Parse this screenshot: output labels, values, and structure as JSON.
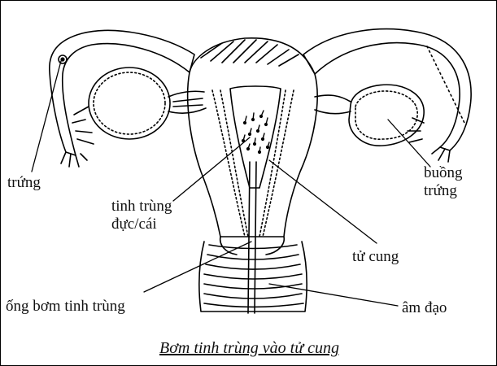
{
  "labels": {
    "egg": "trứng",
    "sperm_line1": "tinh trùng",
    "sperm_line2": "đực/cái",
    "ovary_line1": "buồng",
    "ovary_line2": "trứng",
    "uterus": "tử cung",
    "tube": "ống bơm tinh trùng",
    "vagina": "âm đạo"
  },
  "caption": "Bơm tinh trùng vào tử cung"
}
